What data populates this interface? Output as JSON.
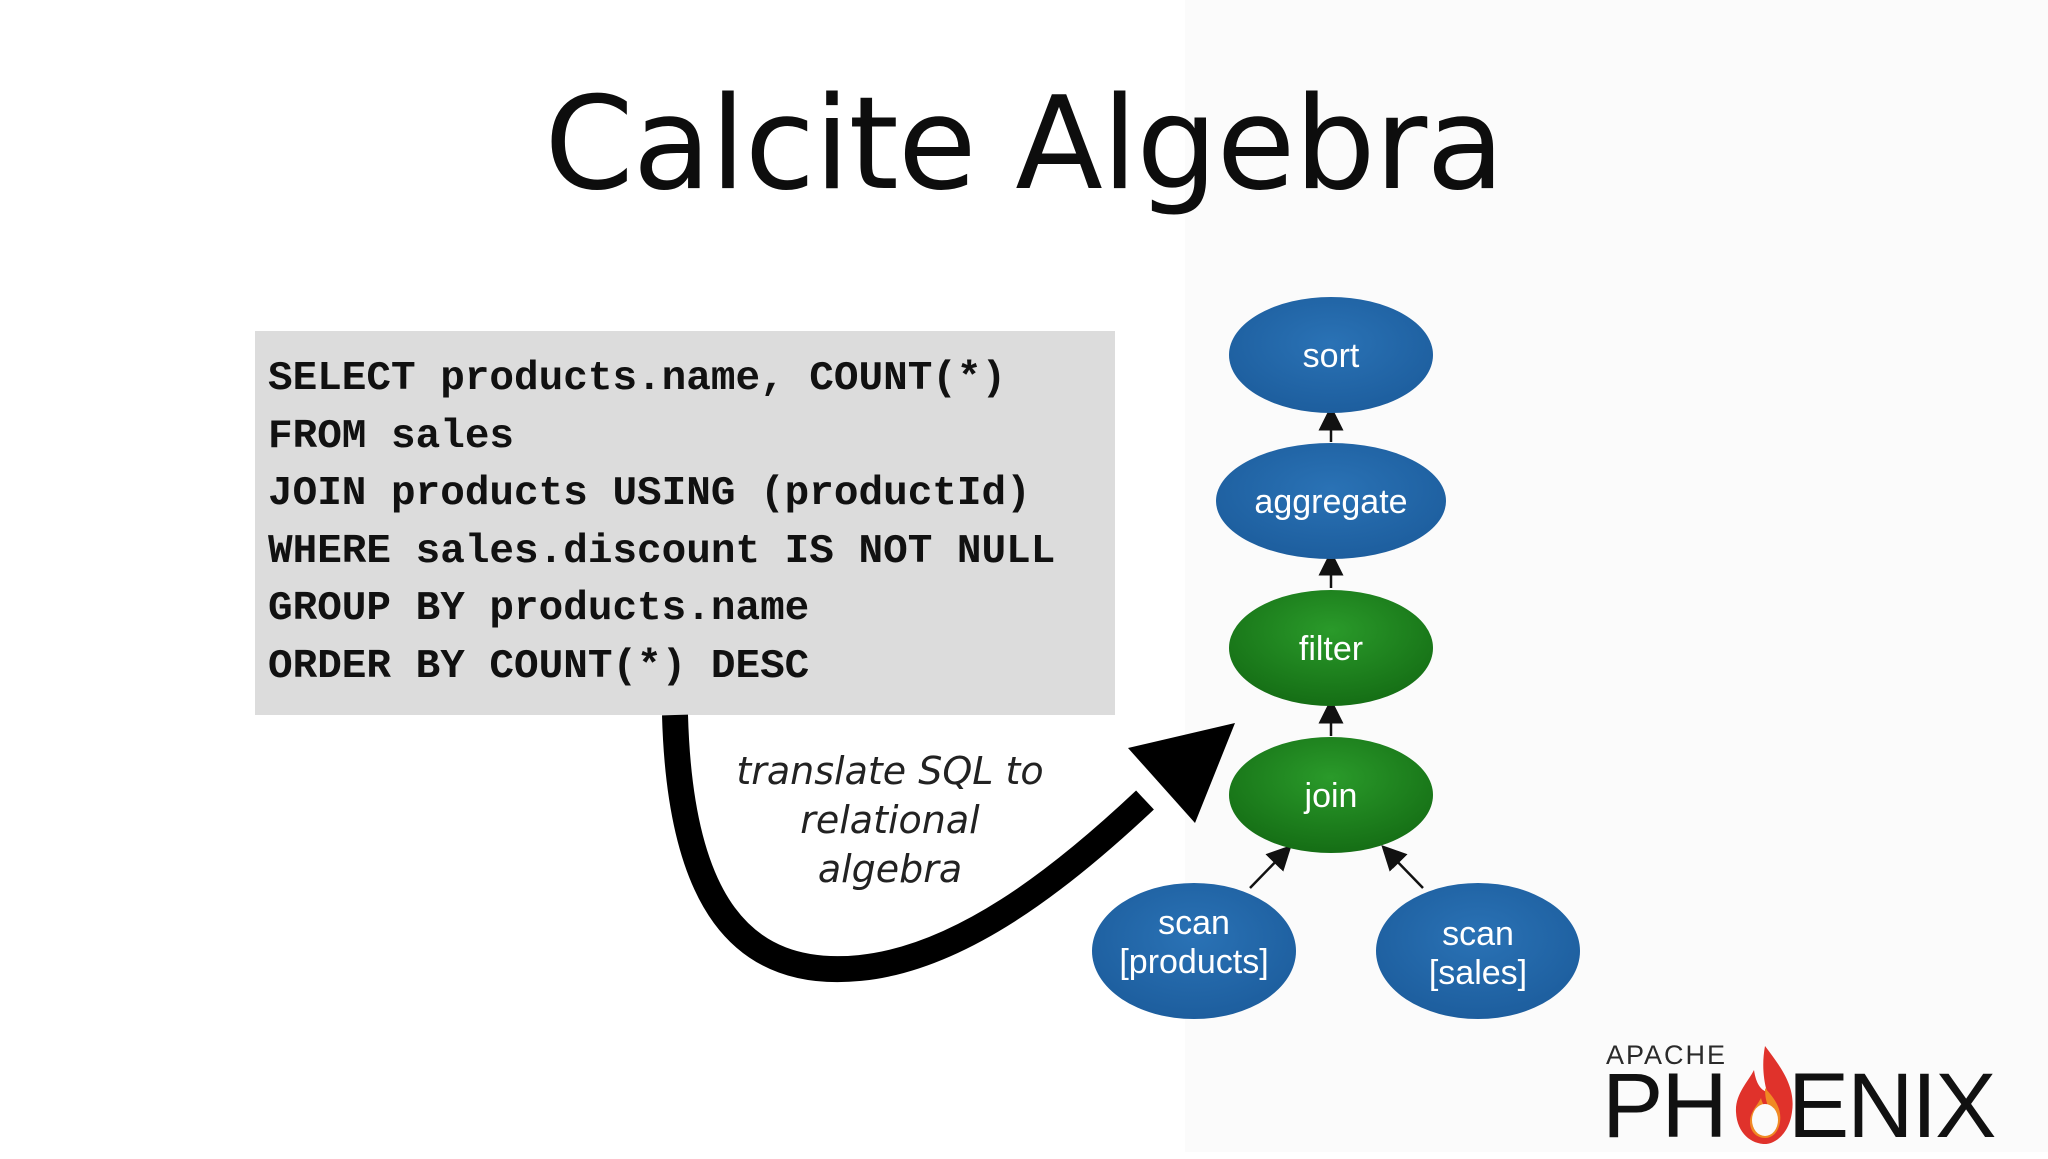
{
  "title": "Calcite Algebra",
  "sql": {
    "lines": [
      "SELECT products.name, COUNT(*)",
      "FROM sales",
      "JOIN products USING (productId)",
      "WHERE sales.discount IS NOT NULL",
      "GROUP BY products.name",
      "ORDER BY COUNT(*) DESC"
    ]
  },
  "annotation": {
    "lines": [
      "translate SQL to",
      "relational",
      "algebra"
    ]
  },
  "nodes": {
    "sort": "sort",
    "aggregate": "aggregate",
    "filter": "filter",
    "join": "join",
    "scan_products": [
      "scan",
      "[products]"
    ],
    "scan_sales": [
      "scan",
      "[sales]"
    ]
  },
  "logo": {
    "small": "APACHE",
    "word_left": "PH",
    "word_right": "ENIX"
  },
  "colors": {
    "blue_node": "#2066a8",
    "green_node": "#1f8a1f",
    "sql_box": "#dcdcdc",
    "flame_red": "#e0322b",
    "flame_orange": "#f08a24"
  }
}
